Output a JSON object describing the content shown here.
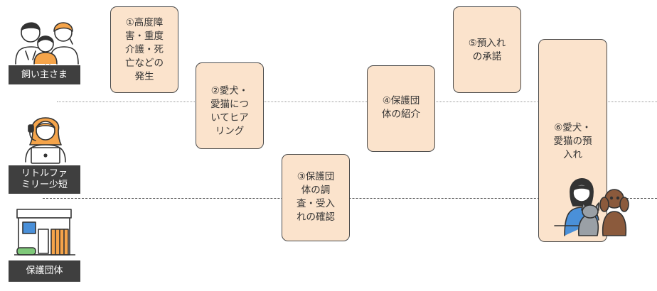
{
  "roles": {
    "owner": "飼い主さま",
    "little_family": "リトルファ\nミリー少短",
    "protection_group": "保護団体"
  },
  "steps": [
    {
      "text": "①高度障\n害・重度\n介護・死\n亡などの\n発生"
    },
    {
      "text": "②愛犬・\n愛猫につ\nいてヒア\nリング"
    },
    {
      "text": "③保護団\n体の調\n査・受入\nれの確認"
    },
    {
      "text": "④保護団\n体の紹介"
    },
    {
      "text": "⑤預入れ\nの承諾"
    },
    {
      "text": "⑥愛犬・\n愛猫の預\n入れ"
    }
  ],
  "colors": {
    "step_fill": "#fbe3cc",
    "badge": "#3f3f3f",
    "accent_orange": "#f5a44a",
    "accent_blue": "#4a90d9",
    "accent_green": "#7fc97a"
  },
  "icons": [
    "family-icon",
    "operator-icon",
    "shelter-building-icon",
    "staff-with-pets-icon"
  ]
}
